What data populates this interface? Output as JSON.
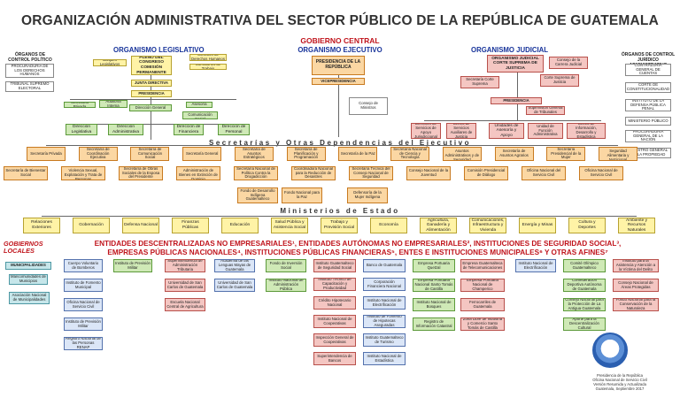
{
  "title": "ORGANIZACIÓN ADMINISTRATIVA DEL SECTOR PÚBLICO DE LA REPÚBLICA DE GUATEMALA",
  "gobierno_central": "GOBIERNO CENTRAL",
  "organismo_ejecutivo": "ORGANISMO EJECUTIVO",
  "organismo_legislativo": "ORGANISMO LEGISLATIVO",
  "organismo_judicial": "ORGANISMO JUDICIAL",
  "left_sidebar": {
    "heading": "ÓRGANOS DE CONTROL POLÍTICO",
    "items": [
      "PROCURADURÍA DE LOS DERECHOS HUMANOS",
      "TRIBUNAL SUPREMO ELECTORAL"
    ]
  },
  "right_sidebar": {
    "heading": "ÓRGANOS DE CONTROL JURÍDICO ADMINISTRATIVO",
    "items": [
      "CONTRALORÍA GENERAL DE CUENTAS",
      "CORTE DE CONSTITUCIONALIDAD",
      "MINISTERIO PÚBLICO",
      "PROCURADURÍA GENERAL DE LA NACIÓN",
      "REGISTRO GENERAL DE LA PROPIEDAD",
      "INSTITUTO DE LA DEFENSA PÚBLICA PENAL"
    ]
  },
  "legislativo": {
    "bloques": "Bloques Legislativos",
    "pleno": "PLENO DEL CONGRESO COMISIÓN PERMANENTE",
    "comision_permanente": "Comisión de Derechos Humanos",
    "comisiones": "Comisiones de Trabajo",
    "junta": "JUNTA DIRECTIVA",
    "presidencia": "PRESIDENCIA",
    "secretaria": "Secretaría Privada",
    "asesoria": "Asesoría",
    "auditoria": "Auditoría Interna",
    "direccion_general": "Dirección General",
    "oficialia": "Dirección de Comunicación Social",
    "dir_legislativa": "Dirección Legislativa",
    "dir_administrativa": "Dirección Administrativa",
    "dir_financiera": "Dirección de Financiera",
    "dir_personal": "Dirección de Personal"
  },
  "ejecutivo": {
    "presidencia": "PRESIDENCIA DE LA REPÚBLICA",
    "vicepresidencia": "VICEPRESIDENCIA",
    "consejo": "Consejo de Ministros"
  },
  "judicial": {
    "corte": "ORGANISMO JUDICIAL CORTE SUPREMA DE JUSTICIA",
    "camara": "Corte Suprema de Justicia",
    "secretaria": "Secretaría Corte Suprema",
    "consejo": "Consejo de la Carrera Judicial",
    "presidencia": "PRESIDENCIA",
    "supervision": "Supervisión General de Tribunales",
    "gerencia": "Gerencia General",
    "unidades": [
      "Dirección de Servicios de Apoyo Jurisdiccional",
      "Centro de Servicios Auxiliares de Justicia",
      "Unidades de Asesoría y Apoyo",
      "Unidad de Función Administrativa",
      "Centro de Información, Desarrollo y Estadística"
    ]
  },
  "secretarias_heading": "Secretarías y Otras Dependencias del Ejecutivo",
  "secretarias_row1": [
    "Secretaría Privada",
    "Secretaría de Coordinación Ejecutiva",
    "Secretaría de Comunicación Social",
    "Secretaría General",
    "Secretaría de Asuntos Estratégicos",
    "Secretaría de Planificación y Programación",
    "Secretaría de la Paz",
    "Secretaría Nacional de Ciencia y Tecnología",
    "Secretaría de Asuntos Administrativos y de Seguridad",
    "Secretaría de Asuntos Agrarios",
    "Secretaría Presidencial de la Mujer",
    "Secretaría de Seguridad Alimentaria y Nutricional"
  ],
  "secretarias_row2": [
    "Secretaría de Bienestar Social",
    "Secretaría contra la Violencia Sexual, Explotación y Trata de Personas",
    "Secretaría de Obras Sociales de la Esposa del Presidente",
    "Secretaría Nacional de Administración de Bienes en Extinción de Dominio",
    "Secretaría Nacional de Política Contra la Drogadicción",
    "Coordinadora Nacional para la Reducción de Desastres",
    "Secretaría Técnica del Consejo Nacional de Seguridad",
    "Consejo Nacional de la Juventud",
    "Comisión Presidencial de Diálogo",
    "Oficina Nacional del Servicio Civil",
    "Oficina Nacional de Servicio Civil"
  ],
  "secretarias_row3": [
    "Fondo de Desarrollo Indígena Guatemalteco",
    "Fondo Nacional para la Paz",
    "Defensoría de la Mujer Indígena"
  ],
  "ministerios_heading": "Ministerios de Estado",
  "ministerios": [
    "Relaciones Exteriores",
    "Gobernación",
    "Defensa Nacional",
    "Finanzas Públicas",
    "Educación",
    "Salud Pública y Asistencia Social",
    "Trabajo y Previsión Social",
    "Economía",
    "Agricultura, Ganadería y Alimentación",
    "Comunicaciones, Infraestructura y Vivienda",
    "Energía y Minas",
    "Cultura y Deportes",
    "Ambiente y Recursos Naturales"
  ],
  "gobiernos_locales": "GOBIERNOS LOCALES",
  "entidades_line1": "ENTIDADES DESCENTRALIZADAS NO EMPRESARIALES¹, ENTIDADES AUTÓNOMAS NO EMPRESARIALES², INSTITUCIONES DE SEGURIDAD SOCIAL³,",
  "entidades_line2": "EMPRESAS PÚBLICAS NACIONALES⁴, INSTITUCIONES PÚBLICAS FINANCIERAS⁵, ENTES E INSTITUCIONES MUNICIPALES⁶ Y OTRAS AFINES⁷",
  "municipal": [
    "MUNICIPALIDADES",
    "Mancomunidades de Municipios",
    "Asociación Nacional de Municipalidades"
  ],
  "entities": {
    "c1": [
      "Cuerpo Voluntario de Bomberos",
      "Instituto de Fomento Municipal",
      "Oficina Nacional de Servicio Civil",
      "Instituto de Previsión Militar",
      "Registro Nacional de las Personas RENAP"
    ],
    "c2": [
      "Instituto de Previsión Militar"
    ],
    "c3": [
      "Superintendencia de Administración Tributaria",
      "Universidad de San Carlos de Guatemala",
      "Escuela Nacional Central de Agricultura"
    ],
    "c4": [
      "Academia de las Lenguas Mayas de Guatemala",
      "Universidad de San Carlos de Guatemala"
    ],
    "c5": [
      "Fondo de Inversión Social",
      "Instituto Nacional de Administración Pública"
    ],
    "c6": [
      "Instituto Guatemalteco de Seguridad Social",
      "Instituto Técnico de Capacitación y Productividad",
      "Crédito Hipotecario Nacional",
      "Instituto Nacional de Cooperativas",
      "Inspección General de Cooperativas",
      "Superintendencia de Bancos"
    ],
    "c7": [
      "Banco de Guatemala",
      "Corporación Financiera Nacional",
      "Instituto Nacional de Electrificación",
      "Instituto de Fomento de Hipotecas Aseguradas",
      "Instituto Guatemalteco de Turismo",
      "Instituto Nacional de Estadística"
    ],
    "c8": [
      "Empresa Portuaria Quetzal",
      "Empresa Portuaria Nacional Santo Tomás de Castilla",
      "Instituto Nacional de Bosques",
      "Registro de Información Catastral"
    ],
    "c9": [
      "Empresa Guatemalteca de Telecomunicaciones",
      "Empresa Portuaria Nacional de Champerico",
      "Ferrocarriles de Guatemala",
      "Zona Libre de Industria y Comercio Santo Tomás de Castilla"
    ],
    "c10": [
      "Instituto Nacional de Electrificación"
    ],
    "c11": [
      "Comité Olímpico Guatemalteco",
      "Confederación Deportiva Autónoma de Guatemala",
      "Consejo Nacional para la Protección de La Antigua Guatemala",
      "Aporte para la Descentralización Cultural"
    ],
    "c12": [
      "Instituto para la Asistencia y Atención a la Víctima del Delito",
      "Consejo Nacional de Áreas Protegidas",
      "Fondo Nacional para la Conservación de la Naturaleza"
    ]
  },
  "footer": [
    "Presidencia de la República",
    "Oficina Nacional de Servicio Civil",
    "Versión Resumida y Actualizada",
    "Guatemala, Septiembre 2017"
  ],
  "colors": {
    "red": "#c0141c",
    "blue": "#17339a",
    "green": "#cfe9b6",
    "orange": "#fbd7a3",
    "yellow": "#fff3a6"
  }
}
